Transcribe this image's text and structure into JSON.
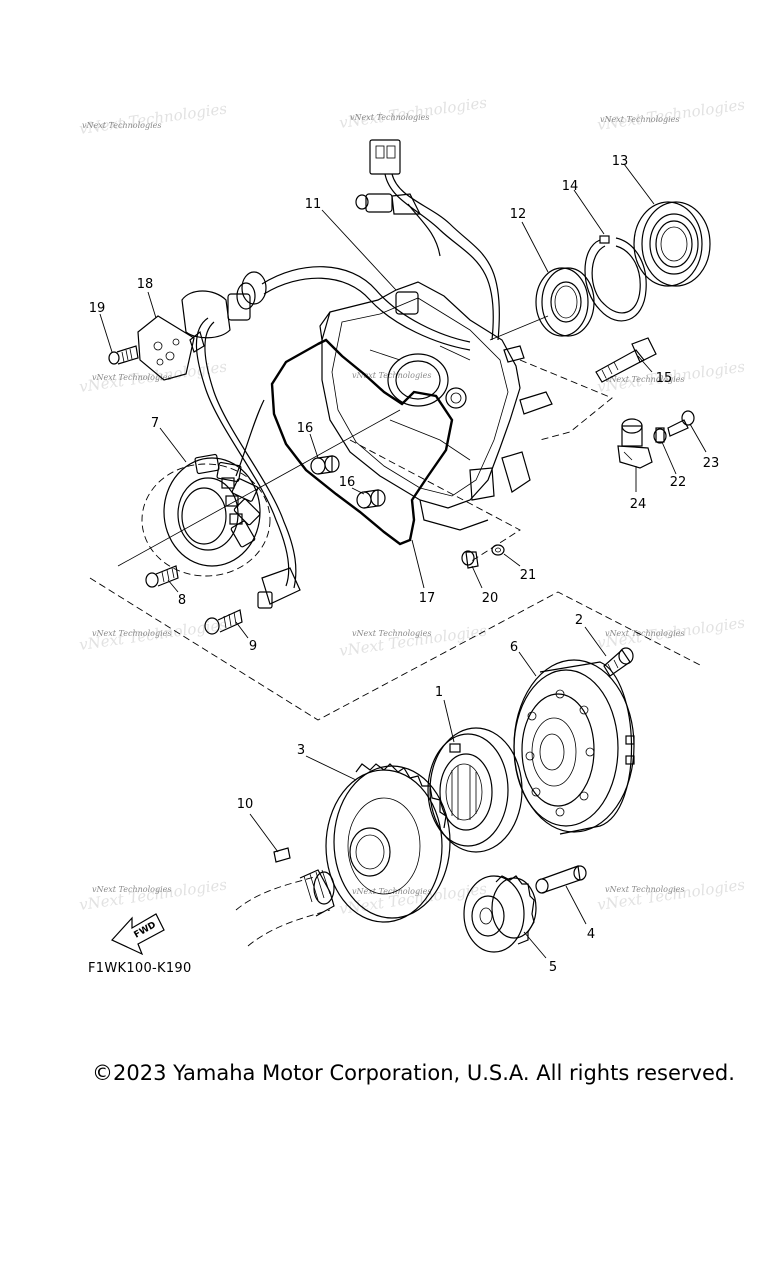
{
  "diagram": {
    "reference_code": "F1WK100-K190",
    "copyright": "©2023 Yamaha Motor Corporation, U.S.A. All rights reserved.",
    "watermark_text": "vNext Technologies",
    "fwd_label": "FWD",
    "callouts": [
      {
        "id": "1",
        "text": "1"
      },
      {
        "id": "2",
        "text": "2"
      },
      {
        "id": "3",
        "text": "3"
      },
      {
        "id": "4",
        "text": "4"
      },
      {
        "id": "5",
        "text": "5"
      },
      {
        "id": "6",
        "text": "6"
      },
      {
        "id": "7",
        "text": "7"
      },
      {
        "id": "8",
        "text": "8"
      },
      {
        "id": "9",
        "text": "9"
      },
      {
        "id": "10",
        "text": "10"
      },
      {
        "id": "11",
        "text": "11"
      },
      {
        "id": "12",
        "text": "12"
      },
      {
        "id": "13",
        "text": "13"
      },
      {
        "id": "14",
        "text": "14"
      },
      {
        "id": "15",
        "text": "15"
      },
      {
        "id": "16a",
        "text": "16"
      },
      {
        "id": "16b",
        "text": "16"
      },
      {
        "id": "17",
        "text": "17"
      },
      {
        "id": "18",
        "text": "18"
      },
      {
        "id": "19",
        "text": "19"
      },
      {
        "id": "20",
        "text": "20"
      },
      {
        "id": "21",
        "text": "21"
      },
      {
        "id": "22",
        "text": "22"
      },
      {
        "id": "23",
        "text": "23"
      },
      {
        "id": "24",
        "text": "24"
      }
    ]
  }
}
